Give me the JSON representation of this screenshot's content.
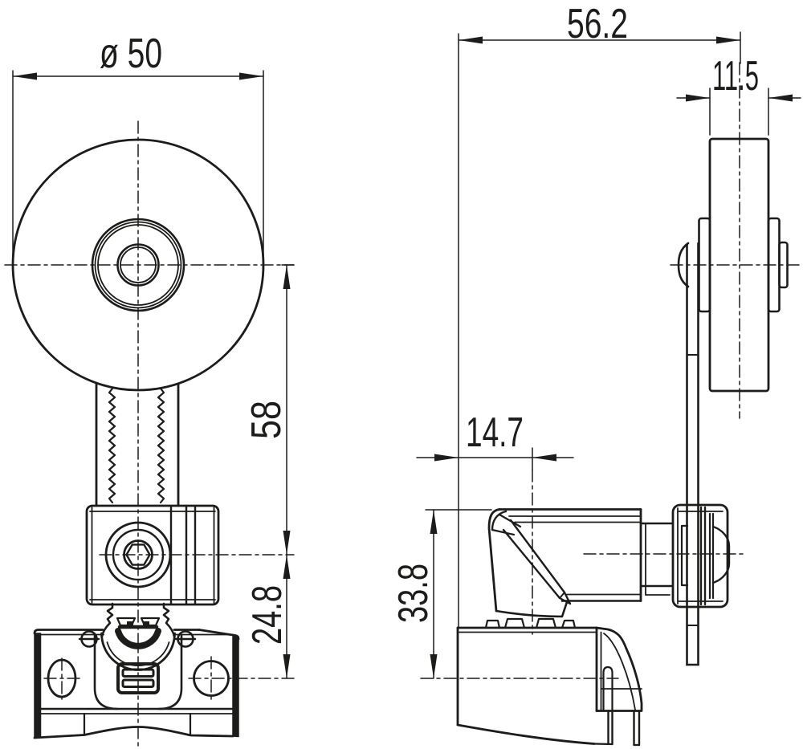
{
  "drawing": {
    "description": "Two-view technical drawing of a roller lever limit switch",
    "background": "#ffffff",
    "line_color": "#1c1c1a",
    "dimensions": {
      "roller_diameter": "ø 50",
      "overall_depth": "56.2",
      "roller_width": "11.5",
      "lever_length": "58",
      "clamp_offset": "24.8",
      "head_offset": "14.7",
      "head_height": "33.8"
    }
  }
}
